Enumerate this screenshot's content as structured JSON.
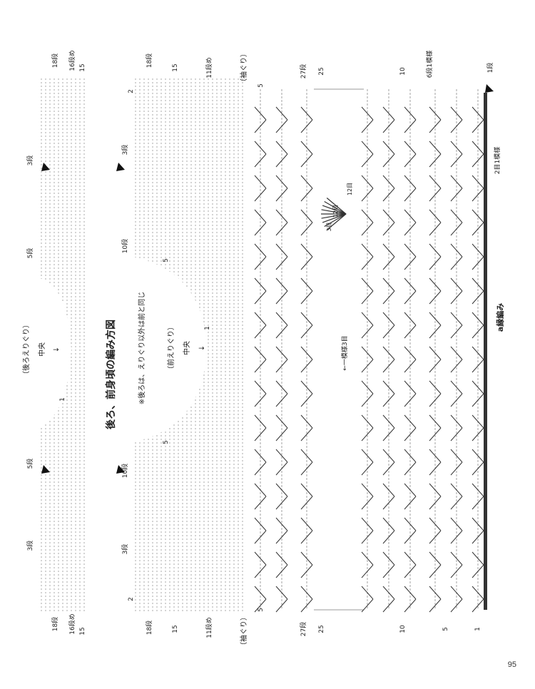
{
  "page": {
    "number": "95"
  },
  "diagram": {
    "title": "後ろ、前身頃の編み方図",
    "note": "※後ろは、えりぐり以外は前と同じ",
    "back_neck": "（後ろえりぐり）",
    "front_neck": "（前えりぐり）",
    "center": "中央",
    "arrow": "↓",
    "armhole": "（袖ぐり）",
    "edging": "a縁編み",
    "edge_pickup": "2目1模様",
    "pattern_repeat": "6段1模様",
    "center_marker": "←一模様3目",
    "motif_labels": [
      "3目",
      "12目",
      "12目"
    ]
  },
  "row_labels": {
    "r1": "1段",
    "r3": "3段",
    "r5": "5段",
    "r10": "10段",
    "r11": "11段め",
    "r16": "16段め",
    "r18": "18段",
    "r27": "27段",
    "r25": "25",
    "r15": "15",
    "r10n": "10",
    "r5n": "5",
    "r2": "2",
    "r1n": "1"
  },
  "icons": [
    "start-triangle-icon",
    "end-arrow-icon"
  ]
}
